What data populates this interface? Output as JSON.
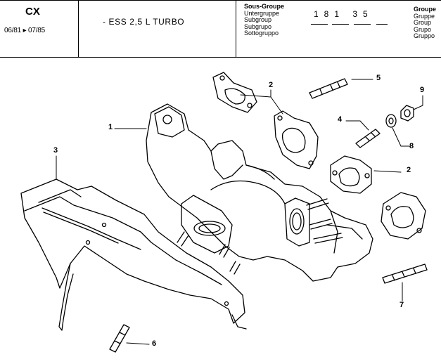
{
  "header": {
    "model": "CX",
    "date_range": "06/81 ▸ 07/85",
    "description": "- ESS 2,5 L TURBO",
    "subgroup_labels": [
      "Sous-Groupe",
      "Untergruppe",
      "Subgroup",
      "Subgrupo",
      "Sottogruppo"
    ],
    "subgroup_code": "181 35",
    "group_labels": [
      "Groupe",
      "Gruppe",
      "Group",
      "Grupo",
      "Gruppo"
    ]
  },
  "callouts": {
    "c1": "1",
    "c2a": "2",
    "c2b": "2",
    "c3": "3",
    "c4": "4",
    "c5": "5",
    "c6": "6",
    "c7": "7",
    "c8": "8",
    "c9": "9"
  },
  "colors": {
    "ink": "#000000",
    "paper": "#ffffff"
  }
}
